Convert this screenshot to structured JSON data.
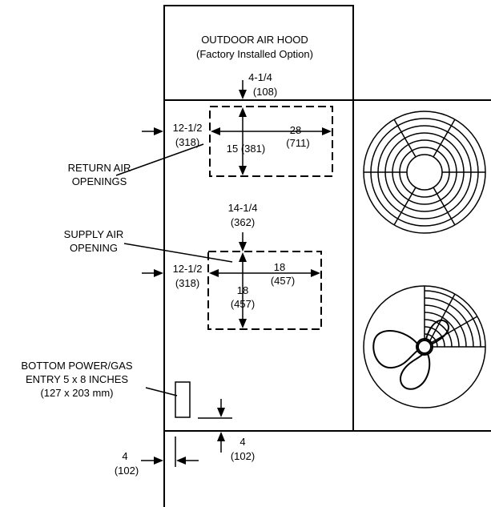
{
  "labels": {
    "hood_line1": "OUTDOOR AIR HOOD",
    "hood_line2": "(Factory Installed Option)",
    "return_label_line1": "RETURN AIR",
    "return_label_line2": "OPENINGS",
    "supply_label_line1": "SUPPLY AIR",
    "supply_label_line2": "OPENING",
    "power_label_line1": "BOTTOM POWER/GAS",
    "power_label_line2": "ENTRY 5 x 8 INCHES",
    "power_label_line3": "(127 x 203 mm)"
  },
  "dimensions": {
    "hood_gap_in": "4-1/4",
    "hood_gap_mm": "(108)",
    "return_left_in": "12-1/2",
    "return_left_mm": "(318)",
    "return_width_in": "28",
    "return_width_mm": "(711)",
    "return_height": "15 (381)",
    "between_in": "14-1/4",
    "between_mm": "(362)",
    "supply_left_in": "12-1/2",
    "supply_left_mm": "(318)",
    "supply_width_in": "18",
    "supply_width_mm": "(457)",
    "supply_height_in": "18",
    "supply_height_mm": "(457)",
    "bottom_gap_in": "4",
    "bottom_gap_mm": "(102)",
    "left_gap_in": "4",
    "left_gap_mm": "(102)"
  }
}
